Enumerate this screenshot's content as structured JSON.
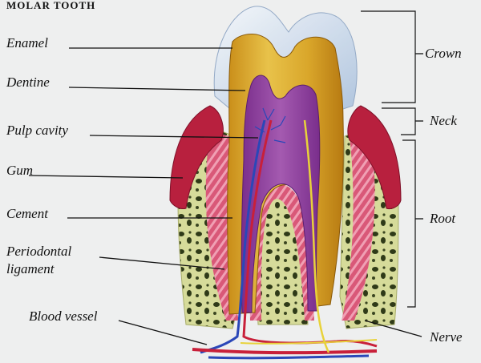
{
  "title": "MOLAR TOOTH",
  "labels": {
    "enamel": "Enamel",
    "dentine": "Dentine",
    "pulp_cavity": "Pulp cavity",
    "gum": "Gum",
    "cement": "Cement",
    "periodontal_line1": "Periodontal",
    "periodontal_line2": "ligament",
    "blood_vessel": "Blood vessel",
    "crown": "Crown",
    "neck": "Neck",
    "root": "Root",
    "nerve": "Nerve"
  },
  "colors": {
    "background": "#eeefef",
    "enamel": "#c9d8ea",
    "dentine": "#d9a62a",
    "pulp": "#8a3f9c",
    "gum": "#b8203e",
    "bone": "#d6db9a",
    "bone_spots": "#2f3a18",
    "ligament": "#d24d6e",
    "blood_vessel_red": "#c8203a",
    "blood_vessel_blue": "#2a47b8",
    "nerve": "#e8d23a"
  }
}
